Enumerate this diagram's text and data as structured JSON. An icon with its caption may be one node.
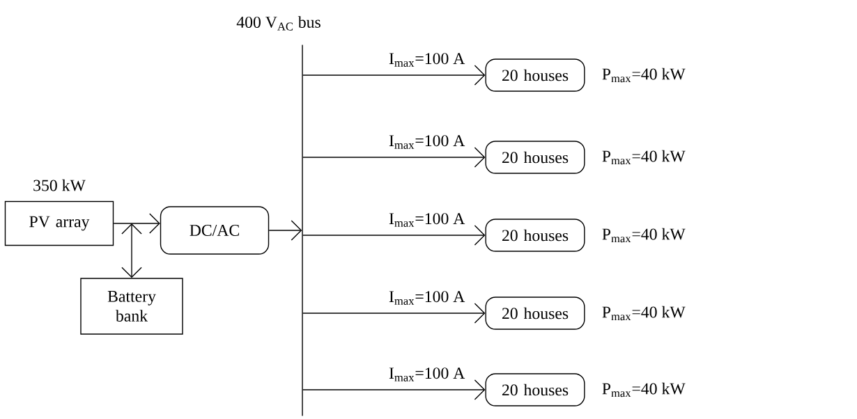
{
  "diagram": {
    "nodes": [
      {
        "text": [
          "PV array"
        ],
        "beside": [
          "350 kW"
        ]
      },
      {
        "text": [
          "DC/AC"
        ]
      },
      {
        "text": [
          "Battery bank"
        ]
      },
      {
        "text": [
          "400 V$_{AC}$ bus"
        ]
      },
      {
        "text": [
          "20 houses"
        ],
        "beside": [
          "P$_{max}$=40 kW"
        ]
      },
      {
        "text": [
          "20 houses"
        ],
        "beside": [
          "P$_{max}$=40 kW"
        ]
      },
      {
        "text": [
          "20 houses"
        ],
        "beside": [
          "P$_{max}$=40 kW"
        ]
      },
      {
        "text": [
          "20 houses"
        ],
        "beside": [
          "P$_{max}$=40 kW"
        ]
      },
      {
        "text": [
          "20 houses"
        ],
        "beside": [
          "P$_{max}$=40 kW"
        ]
      }
    ],
    "edges": [
      {
        "from": 0,
        "to": 1,
        "arrow": "to"
      },
      {
        "from": 2,
        "to": 0,
        "arrow": "both"
      },
      {
        "from": 1,
        "to": 3,
        "arrow": "to"
      },
      {
        "from": 3,
        "to": 4,
        "arrow": "to",
        "label": "I$_{max}$=100 A"
      },
      {
        "from": 3,
        "to": 5,
        "arrow": "to",
        "label": "I$_{max}$=100 A"
      },
      {
        "from": 3,
        "to": 6,
        "arrow": "to",
        "label": "I$_{max}$=100 A"
      },
      {
        "from": 3,
        "to": 7,
        "arrow": "to",
        "label": "I$_{max}$=100 A"
      },
      {
        "from": 3,
        "to": 8,
        "arrow": "to",
        "label": "I$_{max}$=100 A"
      }
    ]
  }
}
